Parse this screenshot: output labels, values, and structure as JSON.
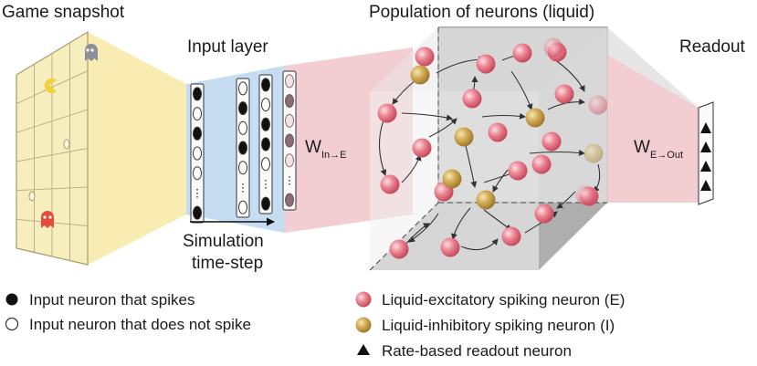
{
  "labels": {
    "game_snapshot": "Game snapshot",
    "input_layer": "Input layer",
    "population": "Population of neurons (liquid)",
    "readout": "Readout",
    "simulation_line1": "Simulation",
    "simulation_line2": "time-step",
    "w_in_main": "W",
    "w_in_sub": "In→E",
    "w_out_main": "W",
    "w_out_sub": "E→Out"
  },
  "legend": {
    "spike": "Input neuron that spikes",
    "no_spike": "Input neuron that does not spike",
    "excitatory": "Liquid-excitatory spiking neuron (E)",
    "inhibitory": "Liquid-inhibitory spiking neuron (I)",
    "readout": "Rate-based readout neuron"
  },
  "input_columns": {
    "ellipsis": "⋮",
    "col1": [
      "spike",
      "no-spike",
      "spike",
      "no-spike",
      "no-spike",
      "ellipsis",
      "spike"
    ],
    "col2": [
      "no-spike",
      "spike",
      "no-spike",
      "spike",
      "no-spike",
      "ellipsis",
      "no-spike"
    ],
    "col3": [
      "spike",
      "no-spike",
      "spike",
      "spike",
      "no-spike",
      "ellipsis",
      "spike"
    ],
    "col4": [
      "faded",
      "faded-dark",
      "faded",
      "faded-dark",
      "faded",
      "ellipsis",
      "faded-dark"
    ]
  },
  "colors": {
    "excitatory": "#e8707f",
    "inhibitory": "#c9a04a",
    "grid_bg": "#f6efbd",
    "projection_yellow": "#f7e9a6",
    "input_blue": "#bcd6ee",
    "projection_pink": "#f0c5cb",
    "cube_back": "#c8c8c8",
    "cube_right": "#d9d9d9",
    "cube_bottom": "#9e9e9e"
  },
  "neurons": {
    "excitatory_count": 19,
    "inhibitory_count": 5,
    "faded_excitatory_count": 3,
    "faded_inhibitory_count": 1
  },
  "readout_neuron_count": 4
}
